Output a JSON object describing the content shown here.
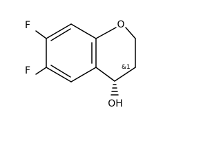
{
  "molecule": {
    "atoms": {
      "fluorine_top": "F",
      "fluorine_bottom": "F",
      "ring_oxygen": "O",
      "hydroxyl": "OH",
      "stereo_flag": "&1"
    }
  }
}
